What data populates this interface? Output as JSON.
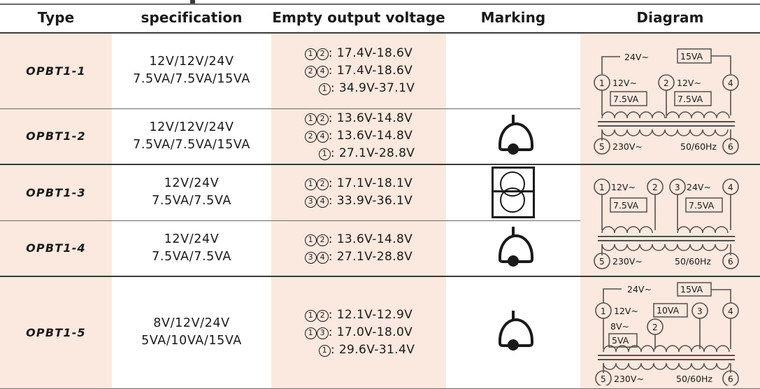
{
  "table": {
    "headers": [
      "Type",
      "specification",
      "Empty output voltage",
      "Marking",
      "Diagram"
    ],
    "rows": [
      {
        "type": "OPBT1-1",
        "spec_line1": "12V/12V/24V",
        "spec_line2": "7.5VA/7.5VA/15VA",
        "voltage": [
          {
            "terminals": [
              "1",
              "2"
            ],
            "range": "17.4V-18.6V"
          },
          {
            "terminals": [
              "2",
              "4"
            ],
            "range": "17.4V-18.6V"
          },
          {
            "terminals": [
              "1"
            ],
            "range": "34.9V-37.1V"
          }
        ],
        "marking": ""
      },
      {
        "type": "OPBT1-2",
        "spec_line1": "12V/12V/24V",
        "spec_line2": "7.5VA/7.5VA/15VA",
        "voltage": [
          {
            "terminals": [
              "1",
              "2"
            ],
            "range": "13.6V-14.8V"
          },
          {
            "terminals": [
              "2",
              "4"
            ],
            "range": "13.6V-14.8V"
          },
          {
            "terminals": [
              "1"
            ],
            "range": "27.1V-28.8V"
          }
        ],
        "marking": "bell-icon"
      },
      {
        "type": "OPBT1-3",
        "spec_line1": "12V/24V",
        "spec_line2": "7.5VA/7.5VA",
        "voltage": [
          {
            "terminals": [
              "1",
              "2"
            ],
            "range": "17.1V-18.1V"
          },
          {
            "terminals": [
              "3",
              "4"
            ],
            "range": "33.9V-36.1V"
          }
        ],
        "marking": "isolating-transformer-icon"
      },
      {
        "type": "OPBT1-4",
        "spec_line1": "12V/24V",
        "spec_line2": "7.5VA/7.5VA",
        "voltage": [
          {
            "terminals": [
              "1",
              "2"
            ],
            "range": "13.6V-14.8V"
          },
          {
            "terminals": [
              "3",
              "4"
            ],
            "range": "27.1V-28.8V"
          }
        ],
        "marking": "bell-icon"
      },
      {
        "type": "OPBT1-5",
        "spec_line1": "8V/12V/24V",
        "spec_line2": "5VA/10VA/15VA",
        "voltage": [
          {
            "terminals": [
              "1",
              "2"
            ],
            "range": "12.1V-12.9V"
          },
          {
            "terminals": [
              "1",
              "3"
            ],
            "range": "17.0V-18.0V"
          },
          {
            "terminals": [
              "1"
            ],
            "range": "29.6V-31.4V"
          }
        ],
        "marking": "bell-icon"
      }
    ]
  },
  "diagrams": {
    "a": {
      "name": "diagram-opbt1-1-2",
      "top_label": "24V~",
      "top_va": "15VA",
      "terminals": [
        "1",
        "2",
        "4",
        "5",
        "6"
      ],
      "sec_labels": [
        "12V~",
        "12V~"
      ],
      "sec_va": [
        "7.5VA",
        "7.5VA"
      ],
      "primary": "230V~",
      "frequency": "50/60Hz"
    },
    "b": {
      "name": "diagram-opbt1-3-4",
      "terminals": [
        "1",
        "2",
        "3",
        "4",
        "5",
        "6"
      ],
      "sec_labels": [
        "12V~",
        "24V~"
      ],
      "sec_va": [
        "7.5VA",
        "7.5VA"
      ],
      "primary": "230V~",
      "frequency": "50/60Hz"
    },
    "c": {
      "name": "diagram-opbt1-5",
      "top_label": "24V~",
      "top_va": "15VA",
      "mid_va": "10VA",
      "low_label": "8V~",
      "low_va": "5VA",
      "terminals": [
        "1",
        "2",
        "3",
        "4",
        "5",
        "6"
      ],
      "sec_label": "12V~",
      "primary": "230V~",
      "frequency": "50/60Hz"
    }
  },
  "colors": {
    "row_tint": "#fbe8de",
    "rule": "#6d6a69",
    "heavy_rule": "#3d3a39",
    "ink": "#1a1a1a",
    "diagram_line": "#55504e"
  }
}
